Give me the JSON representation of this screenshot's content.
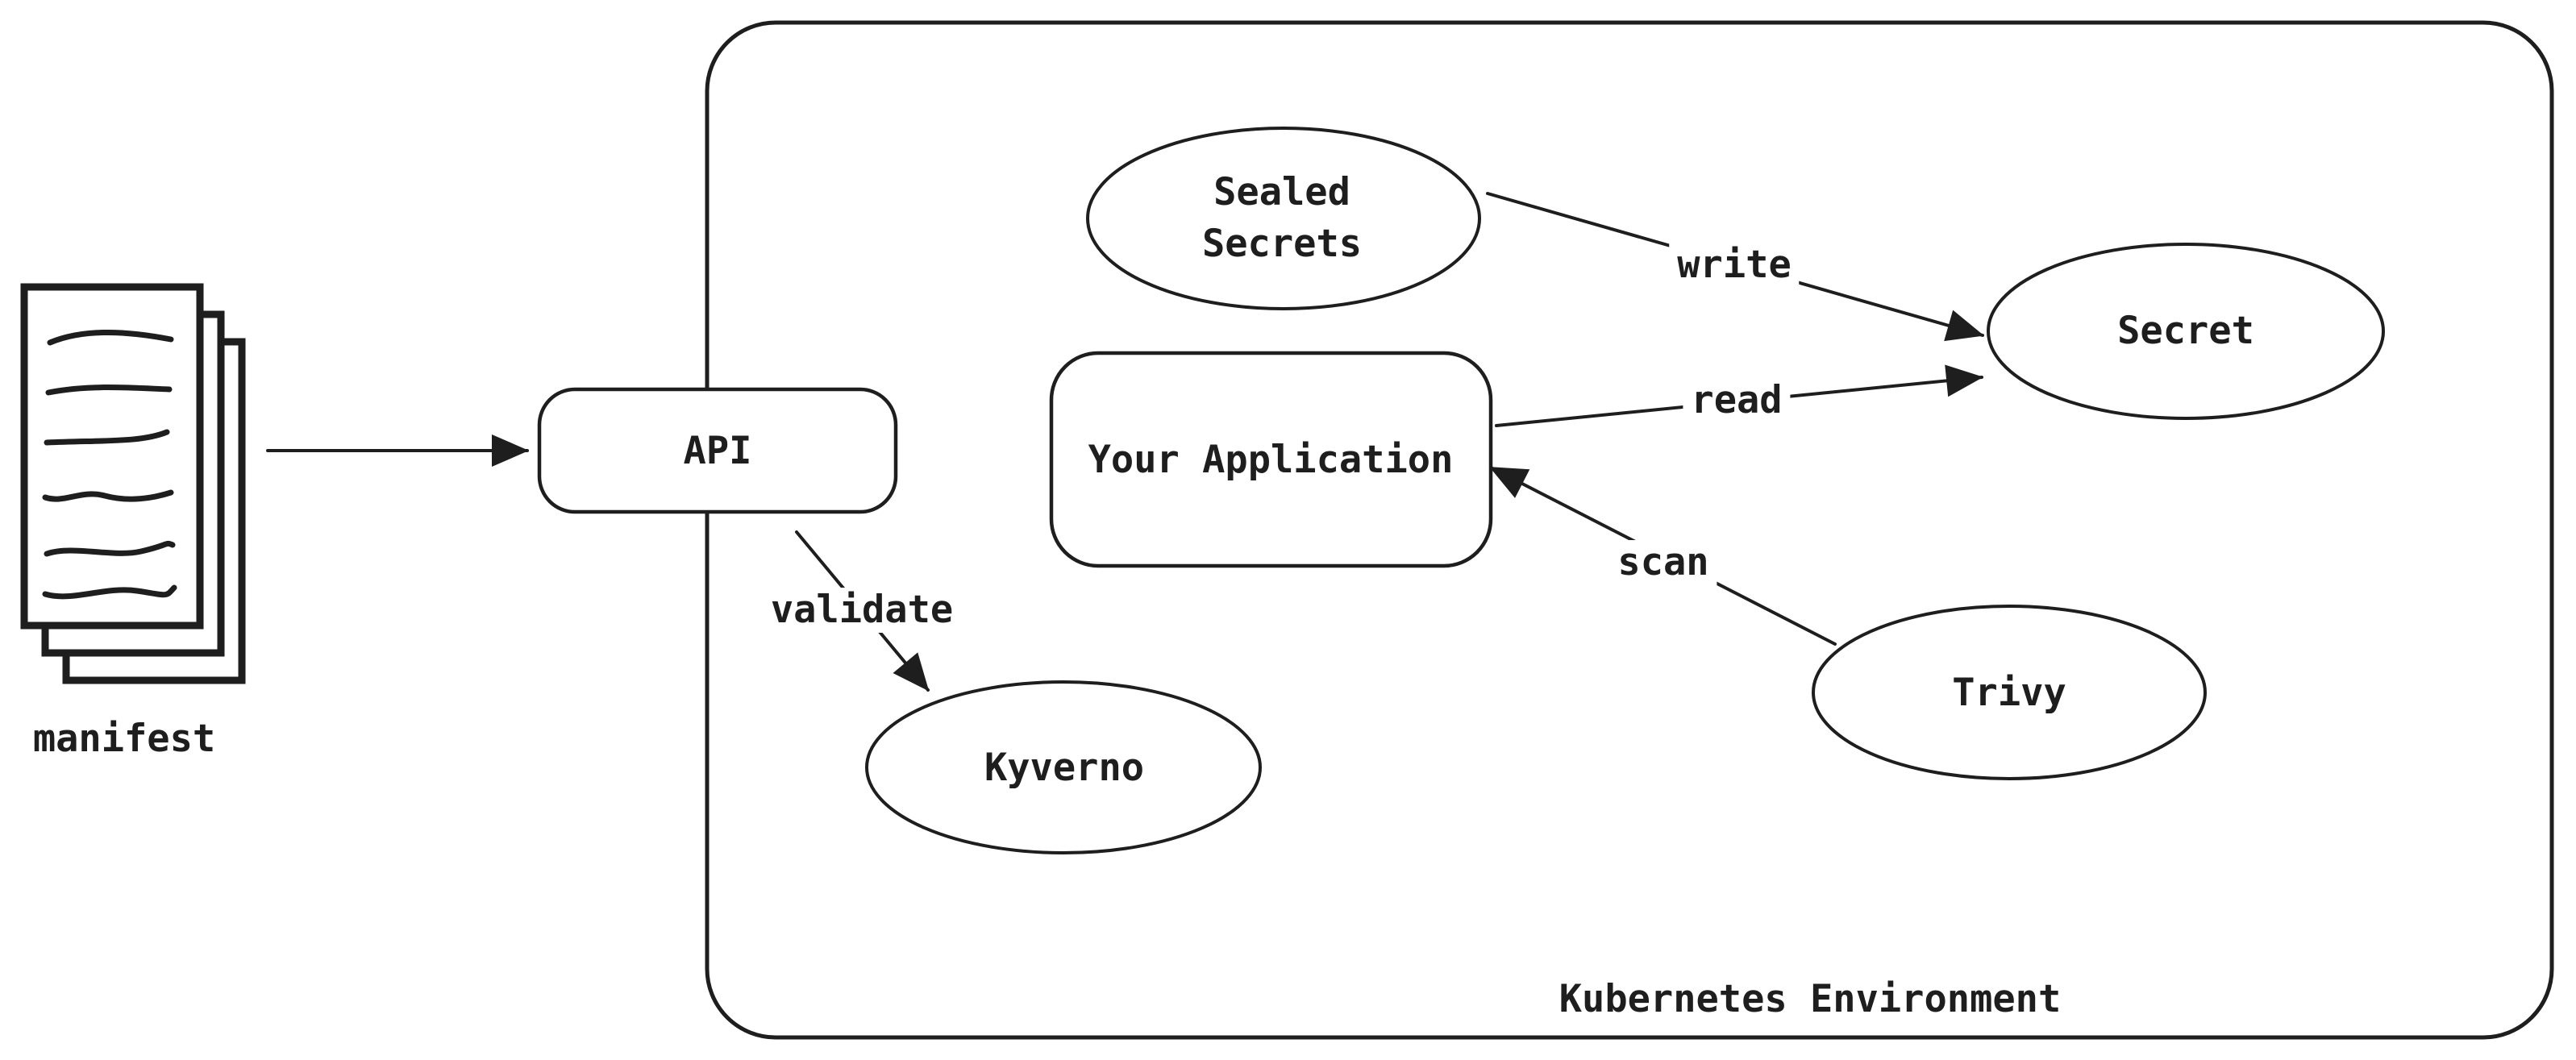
{
  "diagram": {
    "title": "Kubernetes security workflow diagram",
    "colors": {
      "ink": "#1e1e1e",
      "background": "#ffffff"
    },
    "container": {
      "label": "Kubernetes Environment"
    },
    "nodes": {
      "manifest": {
        "label": "manifest",
        "shape": "document-stack",
        "icon": "document-stack-icon"
      },
      "api": {
        "label": "API",
        "shape": "rounded-rectangle"
      },
      "sealed_secrets": {
        "label_line1": "Sealed",
        "label_line2": "Secrets",
        "shape": "ellipse"
      },
      "secret": {
        "label": "Secret",
        "shape": "ellipse"
      },
      "your_application": {
        "label": "Your Application",
        "shape": "rounded-rectangle"
      },
      "kyverno": {
        "label": "Kyverno",
        "shape": "ellipse"
      },
      "trivy": {
        "label": "Trivy",
        "shape": "ellipse"
      }
    },
    "edges": [
      {
        "from": "manifest",
        "to": "api",
        "label": ""
      },
      {
        "from": "api",
        "to": "kyverno",
        "label": "validate"
      },
      {
        "from": "sealed_secrets",
        "to": "secret",
        "label": "write"
      },
      {
        "from": "your_application",
        "to": "secret",
        "label": "read"
      },
      {
        "from": "trivy",
        "to": "your_application",
        "label": "scan"
      }
    ]
  }
}
